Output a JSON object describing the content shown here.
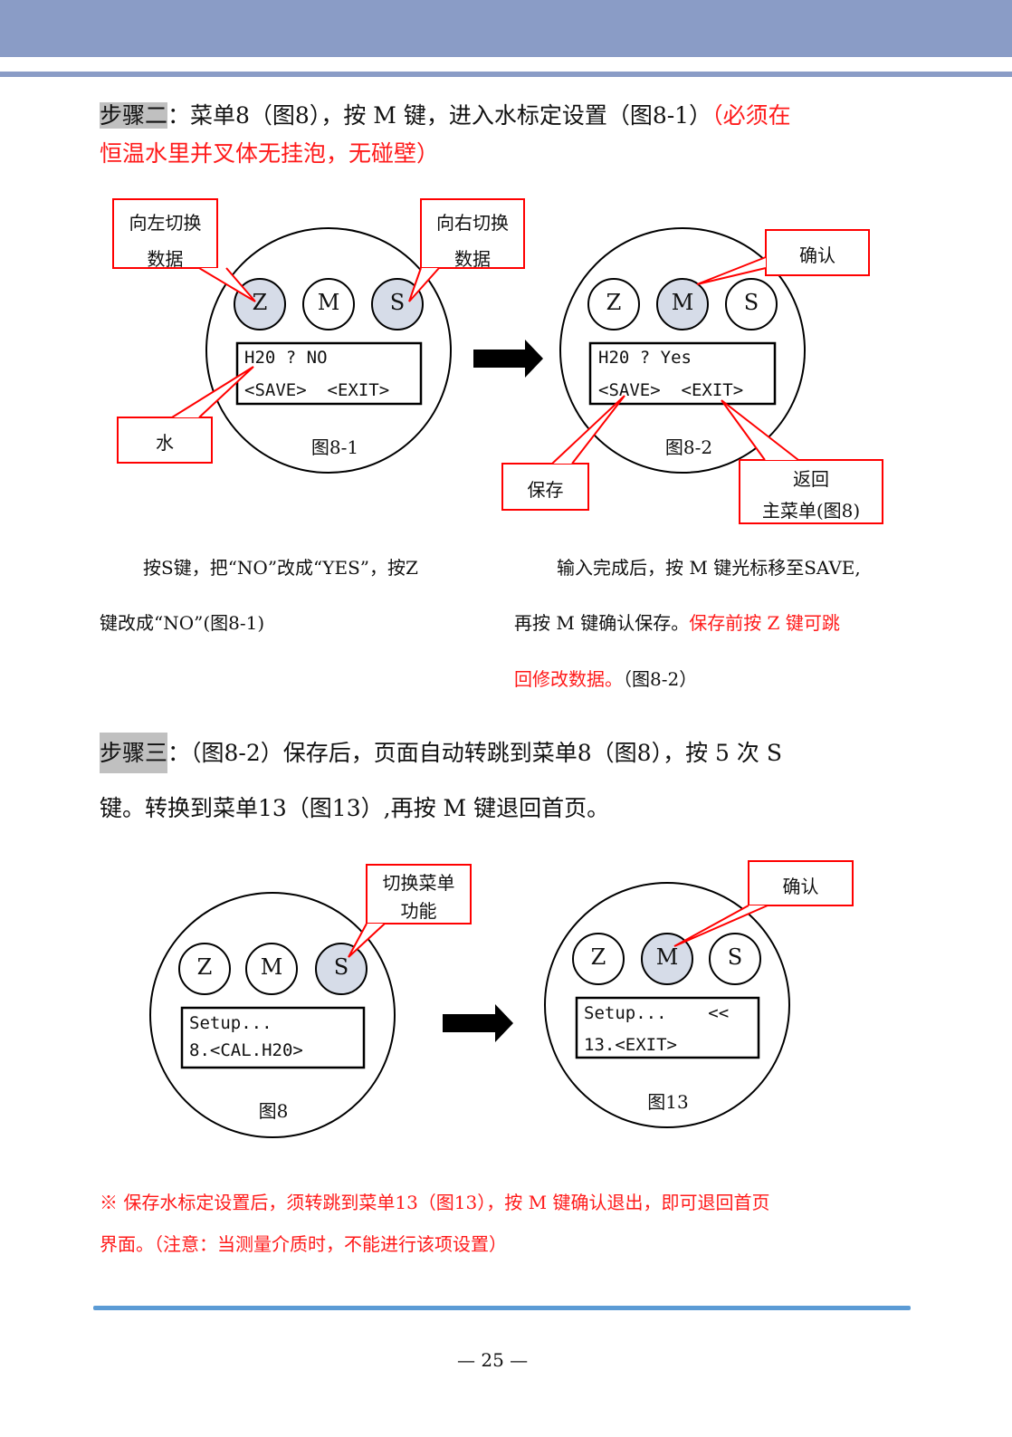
{
  "step2": {
    "label": "步骤二",
    "text": "：菜单8（图8），按 M 键，进入水标定设置（图8-1）",
    "warning_a": "（必须在",
    "warning_b": "恒温水里并叉体无挂泡，无碰壁）"
  },
  "fig81": {
    "caption": "图8-1",
    "lcd_line1": "H20 ? NO",
    "lcd_line2": "<SAVE>  <EXIT>",
    "buttons": [
      "Z",
      "M",
      "S"
    ],
    "callout_left_1": "向左切换",
    "callout_left_2": "数据",
    "callout_right_1": "向右切换",
    "callout_right_2": "数据",
    "callout_water": "水"
  },
  "fig82": {
    "caption": "图8-2",
    "lcd_line1": "H20 ? Yes",
    "lcd_line2": "<SAVE>  <EXIT>",
    "buttons": [
      "Z",
      "M",
      "S"
    ],
    "callout_confirm": "确认",
    "callout_save": "保存",
    "callout_return_1": "返回",
    "callout_return_2": "主菜单(图8)"
  },
  "desc_left": {
    "line1": "按S键，把“NO”改成“YES”，按Z",
    "line2": "键改成“NO”(图8-1)"
  },
  "desc_right": {
    "line1": "输入完成后，按 M 键光标移至SAVE,",
    "line2_black": "再按 M 键确认保存。",
    "line2_red": "保存前按 Z 键可跳",
    "line3_red": "回修改数据。",
    "line3_black": "（图8-2）"
  },
  "step3": {
    "label": "步骤三",
    "text1": "：（图8-2）保存后，页面自动转跳到菜单8（图8），按 5 次 S",
    "text2": "键。转换到菜单13（图13）,再按 M 键退回首页。"
  },
  "fig8": {
    "caption": "图8",
    "lcd_line1": "Setup...",
    "lcd_line2": "8.<CAL.H20>",
    "buttons": [
      "Z",
      "M",
      "S"
    ],
    "callout_1": "切换菜单",
    "callout_2": "功能"
  },
  "fig13": {
    "caption": "图13",
    "lcd_line1": "Setup...    <<",
    "lcd_line2": "13.<EXIT>",
    "buttons": [
      "Z",
      "M",
      "S"
    ],
    "callout_confirm": "确认"
  },
  "note": {
    "line1": "※ 保存水标定设置后，须转跳到菜单13（图13），按 M 键确认退出，即可退回首页",
    "line2": "界面。（注意：当测量介质时，不能进行该项设置）"
  },
  "page_number": "— 25 —",
  "colors": {
    "header": "#8a9cc6",
    "accent_red": "#ff1a1a",
    "pressed_button": "#d6dce8",
    "footer_line": "#5b9bd5"
  }
}
